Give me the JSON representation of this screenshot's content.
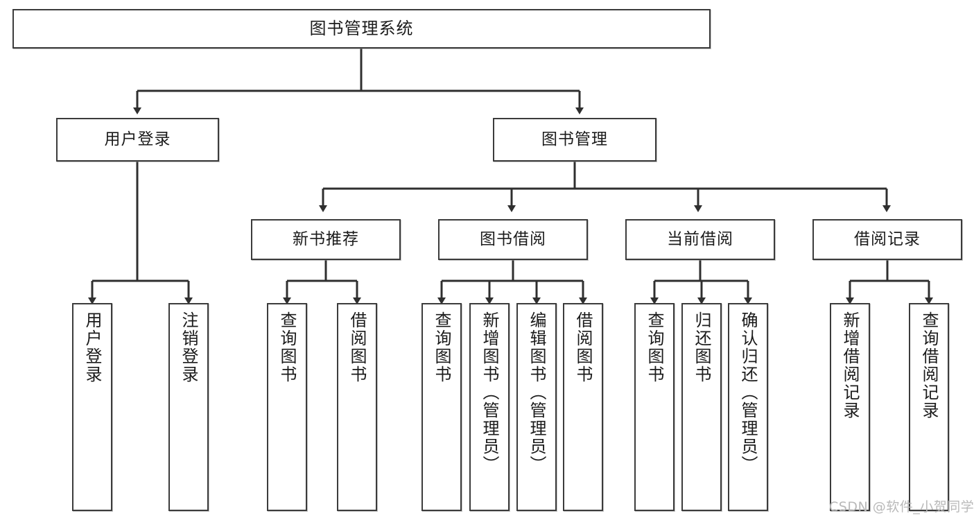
{
  "diagram": {
    "type": "tree",
    "title": "图书管理系统",
    "orientation": "top-down",
    "edge_style": "orthogonal-arrow",
    "colors": {
      "box_border": "#3b3b3b",
      "box_fill": "#ffffff",
      "line": "#2f2f2f",
      "text": "#1b1b1b",
      "watermark": "#b9b9b9"
    }
  },
  "root": {
    "label": "图书管理系统"
  },
  "level2": [
    {
      "label": "用户登录"
    },
    {
      "label": "图书管理"
    }
  ],
  "level3": [
    {
      "label": "新书推荐"
    },
    {
      "label": "图书借阅"
    },
    {
      "label": "当前借阅"
    },
    {
      "label": "借阅记录"
    }
  ],
  "leaves": {
    "user_login": [
      {
        "label": "用户登录"
      },
      {
        "label": "注销登录"
      }
    ],
    "new_book_recommend": [
      {
        "label": "查询图书"
      },
      {
        "label": "借阅图书"
      }
    ],
    "book_borrow": [
      {
        "label": "查询图书"
      },
      {
        "label": "新增图书（管理员）"
      },
      {
        "label": "编辑图书（管理员）"
      },
      {
        "label": "借阅图书"
      }
    ],
    "current_borrow": [
      {
        "label": "查询图书"
      },
      {
        "label": "归还图书"
      },
      {
        "label": "确认归还（管理员）"
      }
    ],
    "borrow_records": [
      {
        "label": "新增借阅记录"
      },
      {
        "label": "查询借阅记录"
      }
    ]
  },
  "watermark": {
    "text": "CSDN @软件_小贺同学"
  }
}
